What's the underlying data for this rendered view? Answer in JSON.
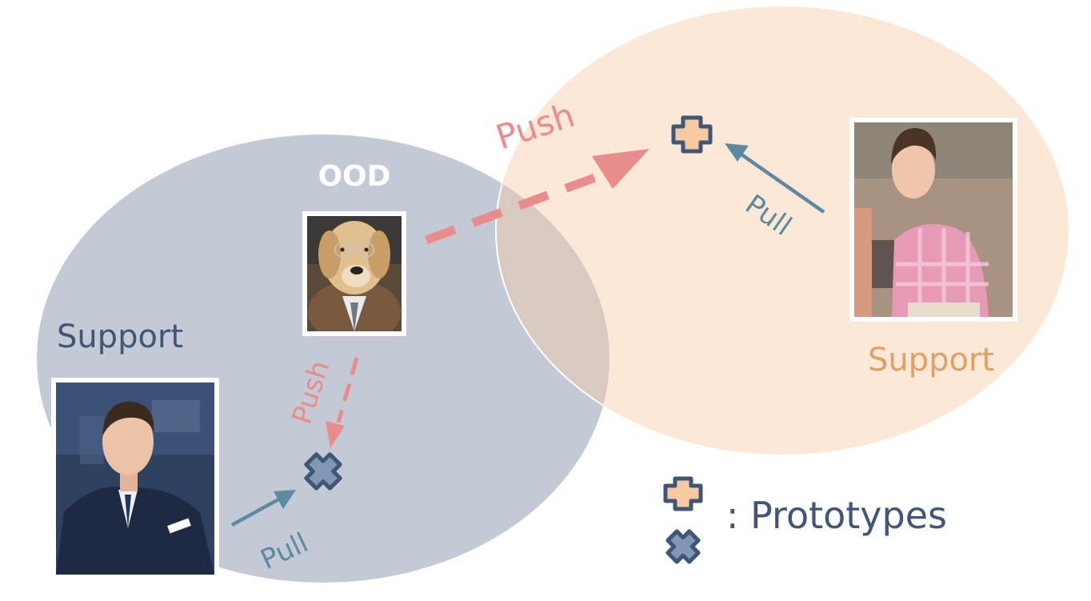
{
  "labels": {
    "ood": "OOD",
    "support_left": "Support",
    "support_right": "Support",
    "push_top": "Push",
    "push_mid": "Push",
    "pull_left": "Pull",
    "pull_right": "Pull",
    "legend_text": ": Prototypes"
  },
  "photos": {
    "ood": "dog wearing glasses and suit",
    "support_left": "man in suit",
    "support_right": "boy in pink shirt"
  },
  "icons": {
    "prototype_plus": "plus-icon",
    "prototype_cross": "cross-icon"
  },
  "colors": {
    "cluster_left": "#c3c9d5",
    "cluster_right": "#fce8d7",
    "overlap": "#d9c9c0",
    "push": "#e88d8c",
    "pull": "#5e8aa0",
    "icon_stroke": "#3f5677",
    "icon_fill_plus": "#f6c9a0",
    "icon_fill_cross": "#8296b6",
    "text_left": "#3f5677",
    "text_right": "#e0a064"
  }
}
